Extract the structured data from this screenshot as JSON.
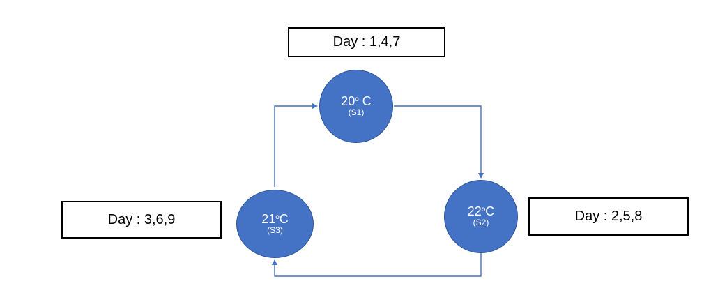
{
  "diagram": {
    "nodes": [
      {
        "id": "S1",
        "temp_value": "20",
        "temp_sup": "o",
        "temp_unit": " C",
        "label": "(S1)"
      },
      {
        "id": "S2",
        "temp_value": "22",
        "temp_sup": "o",
        "temp_unit": "C",
        "label": "(S2)"
      },
      {
        "id": "S3",
        "temp_value": "21",
        "temp_sup": "o",
        "temp_unit": "C",
        "label": "(S3)"
      }
    ],
    "day_labels": [
      {
        "position": "top",
        "text": "Day : 1,4,7"
      },
      {
        "position": "left",
        "text": "Day : 3,6,9"
      },
      {
        "position": "right",
        "text": "Day : 2,5,8"
      }
    ],
    "edges": [
      {
        "from": "S3",
        "to": "S1"
      },
      {
        "from": "S1",
        "to": "S2"
      },
      {
        "from": "S2",
        "to": "S3"
      }
    ]
  },
  "colors": {
    "node_fill": "#4472C4",
    "node_border": "#2F5597",
    "connector": "#4472C4",
    "box_border": "#000000",
    "node_text": "#FFFFFF",
    "box_text": "#000000",
    "bg": "#FFFFFF"
  }
}
